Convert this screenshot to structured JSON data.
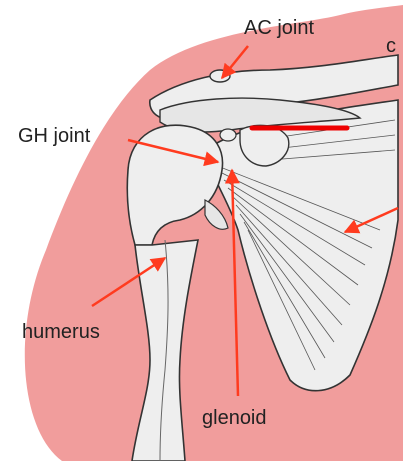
{
  "labels": {
    "ac_joint": "AC joint",
    "gh_joint": "GH joint",
    "humerus": "humerus",
    "glenoid": "glenoid",
    "top_right_fragment": "c"
  },
  "colors": {
    "background": "#ffffff",
    "skin": "#f19d9c",
    "bone": "#eeeeee",
    "bone_shade": "#d8d8d8",
    "outline": "#333333",
    "arrow": "#ff3b1f",
    "marker": "#ee0000"
  }
}
